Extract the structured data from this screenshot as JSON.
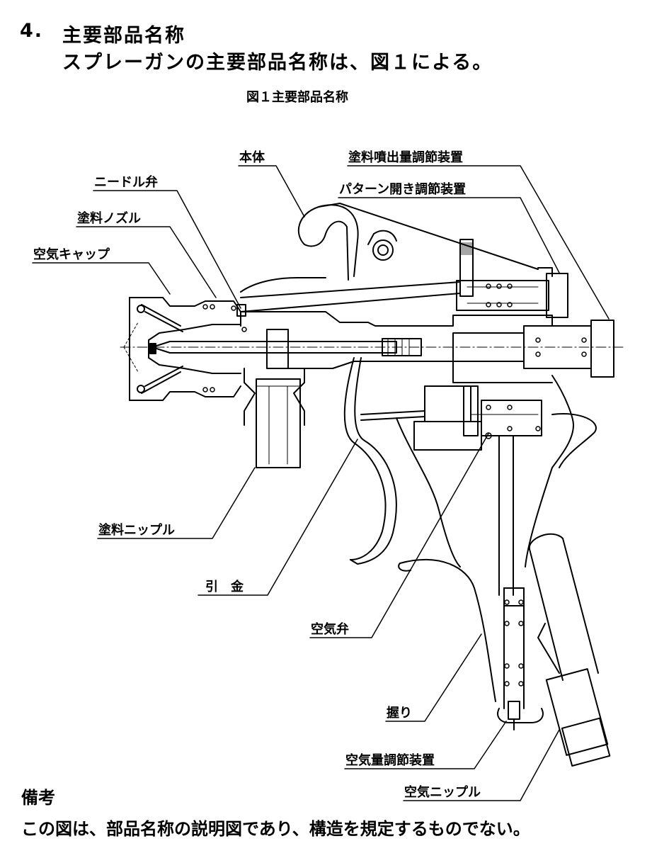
{
  "heading": {
    "number": "4.",
    "title": "主要部品名称",
    "description": "スプレーガンの主要部品名称は、図１による。"
  },
  "figure": {
    "caption": "図１主要部品名称",
    "labels": {
      "body": "本体",
      "needle_valve": "ニードル弁",
      "paint_nozzle": "塗料ノズル",
      "air_cap": "空気キャップ",
      "fluid_adjust": "塗料噴出量調節装置",
      "pattern_adjust": "パターン開き調節装置",
      "paint_nipple": "塗料ニップル",
      "trigger": "引　金",
      "air_valve": "空気弁",
      "grip": "握り",
      "air_adjust": "空気量調節装置",
      "air_nipple": "空気ニップル"
    }
  },
  "remarks": {
    "title": "備考",
    "text": "この図は、部品名称の説明図であり、構造を規定するものでない。"
  }
}
